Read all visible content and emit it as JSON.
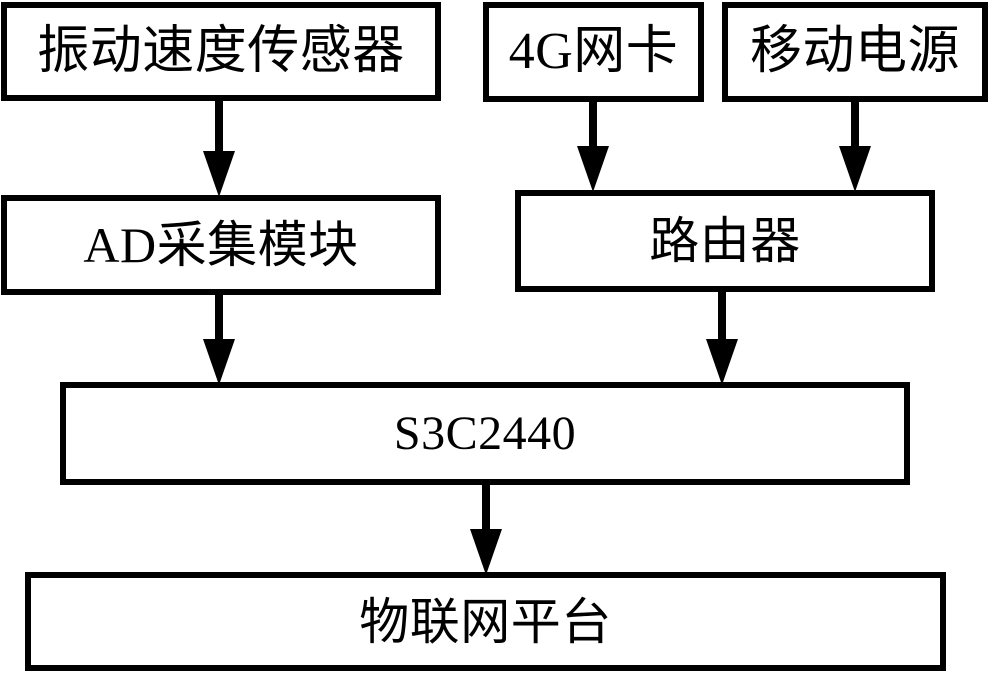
{
  "diagram": {
    "title": "",
    "colors": {
      "background": "#ffffff",
      "stroke": "#000000",
      "text": "#000000"
    },
    "nodes": [
      {
        "id": "vibration-sensor",
        "label": "振动速度传感器"
      },
      {
        "id": "4g-card",
        "label": "4G网卡"
      },
      {
        "id": "power-bank",
        "label": "移动电源"
      },
      {
        "id": "ad-module",
        "label": "AD采集模块"
      },
      {
        "id": "router",
        "label": "路由器"
      },
      {
        "id": "s3c2440",
        "label": "S3C2440"
      },
      {
        "id": "iot-platform",
        "label": "物联网平台"
      }
    ],
    "edges": [
      {
        "id": "sensor-to-ad",
        "from": "vibration-sensor",
        "to": "ad-module",
        "direction": "down",
        "marker": "arrow"
      },
      {
        "id": "4g-to-router",
        "from": "4g-card",
        "to": "router",
        "direction": "down",
        "marker": "arrow"
      },
      {
        "id": "power-to-router",
        "from": "power-bank",
        "to": "router",
        "direction": "down",
        "marker": "arrow"
      },
      {
        "id": "ad-to-mcu",
        "from": "ad-module",
        "to": "s3c2440",
        "direction": "down",
        "marker": "arrow"
      },
      {
        "id": "router-to-mcu",
        "from": "router",
        "to": "s3c2440",
        "direction": "down",
        "marker": "arrow"
      },
      {
        "id": "mcu-to-iot",
        "from": "s3c2440",
        "to": "iot-platform",
        "direction": "down",
        "marker": "arrow"
      }
    ]
  }
}
